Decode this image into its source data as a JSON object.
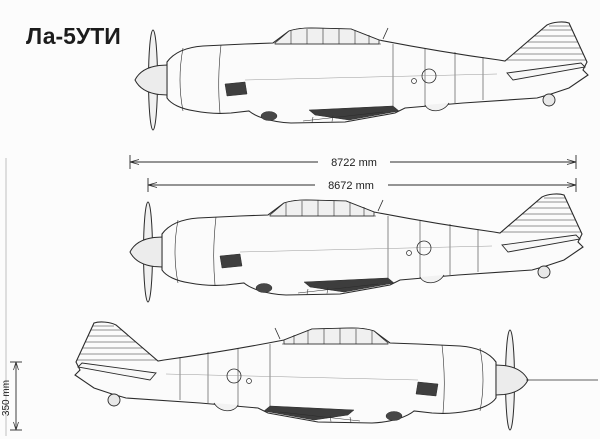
{
  "title": "Ла-5УТИ",
  "dimensions": {
    "overall": "8722 mm",
    "fuselage": "8672 mm",
    "height": "350 mm"
  },
  "colors": {
    "line": "#2b2b2b",
    "shade": "#3d3d3d",
    "paper": "#fcfcfc"
  }
}
